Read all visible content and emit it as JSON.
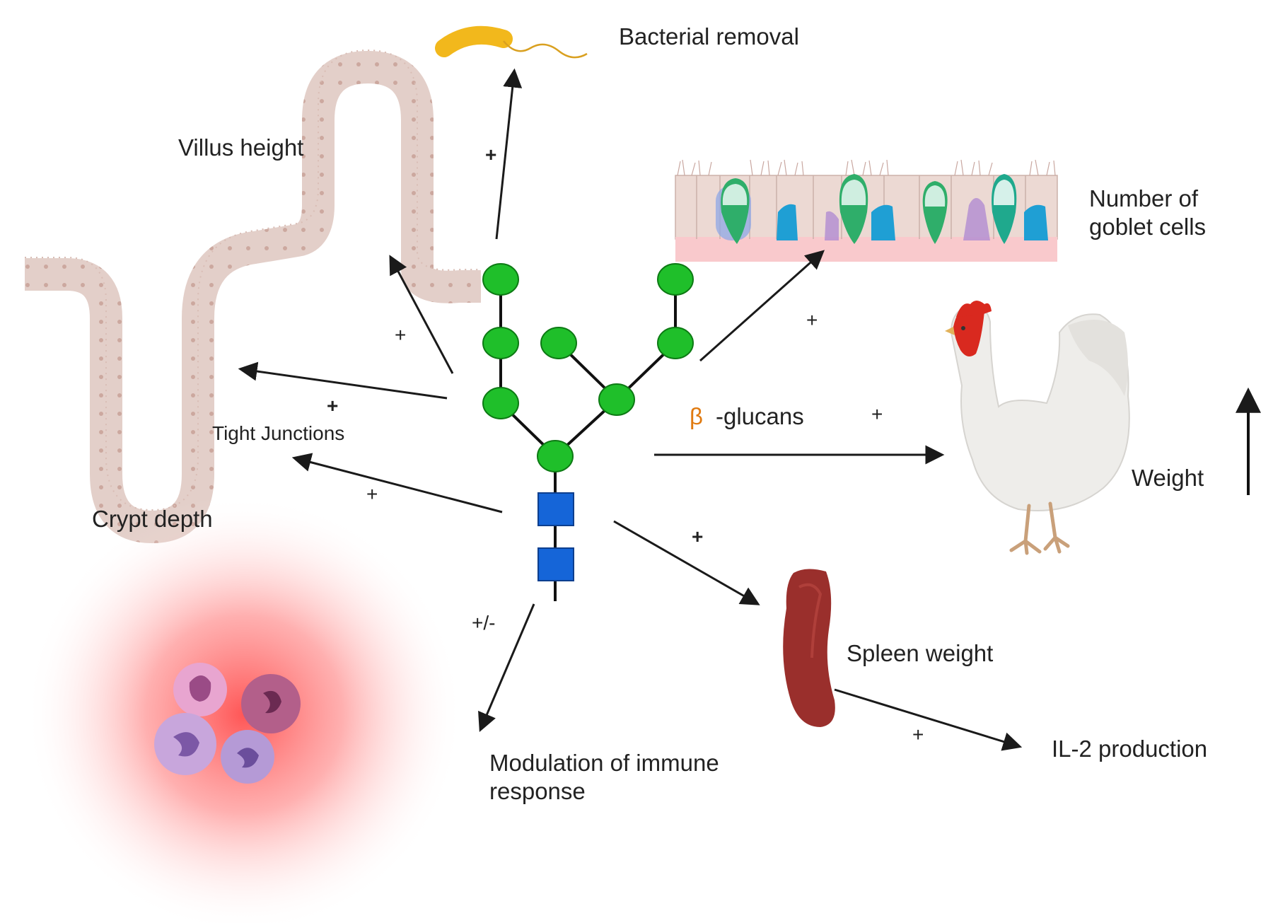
{
  "labels": {
    "bacterial_removal": "Bacterial removal",
    "villus_height": "Villus height",
    "goblet_line1": "Number of",
    "goblet_line2": "goblet cells",
    "tight_junctions": "Tight Junctions",
    "crypt_depth": "Crypt depth",
    "beta_symbol": "β",
    "glucans": "-glucans",
    "weight": "Weight",
    "spleen_weight": "Spleen weight",
    "il2": "IL-2 production",
    "immune_line1": "Modulation of immune",
    "immune_line2": "response"
  },
  "signs": {
    "bacterial": "+",
    "villus": "+",
    "tight": "+",
    "crypt": "+",
    "goblet": "+",
    "weight": "+",
    "spleen": "+",
    "immune": "+/-",
    "il2": "+"
  },
  "colors": {
    "glucose_node": "#1fbf2a",
    "base_unit": "#1565d8",
    "beta_symbol": "#e07a10",
    "tissue": "#e3cfc9",
    "glow": "#ff6a6a",
    "spleen": "#9a2f2c",
    "bacterium": "#f2b81c"
  },
  "icons": [
    "bacterium-icon",
    "intestinal-villi-icon",
    "goblet-cell-epithelium-icon",
    "chicken-icon",
    "spleen-icon",
    "immune-cells-icon"
  ]
}
